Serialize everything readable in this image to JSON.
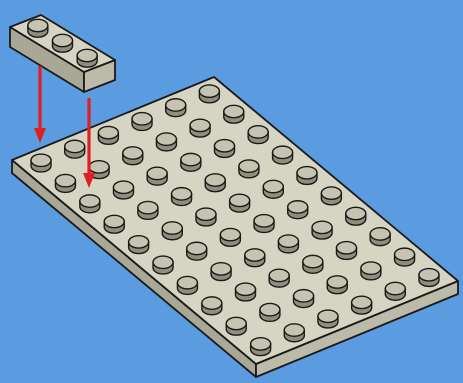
{
  "colors": {
    "background": "#5b9be0",
    "brick_top": "#d6d4c2",
    "brick_side_front": "#a9a795",
    "brick_side_right": "#bcbaa8",
    "stud_top": "#c6c4b1",
    "stud_side": "#8f8d7c",
    "outline": "#1a1a1a",
    "arrow": "#e02020"
  },
  "diagram": {
    "plate": {
      "studs_columns": 6,
      "studs_rows": 10
    },
    "brick": {
      "studs_columns": 1,
      "studs_rows": 3
    },
    "arrows": {
      "count": 2,
      "icon": "arrow-down-icon"
    }
  }
}
